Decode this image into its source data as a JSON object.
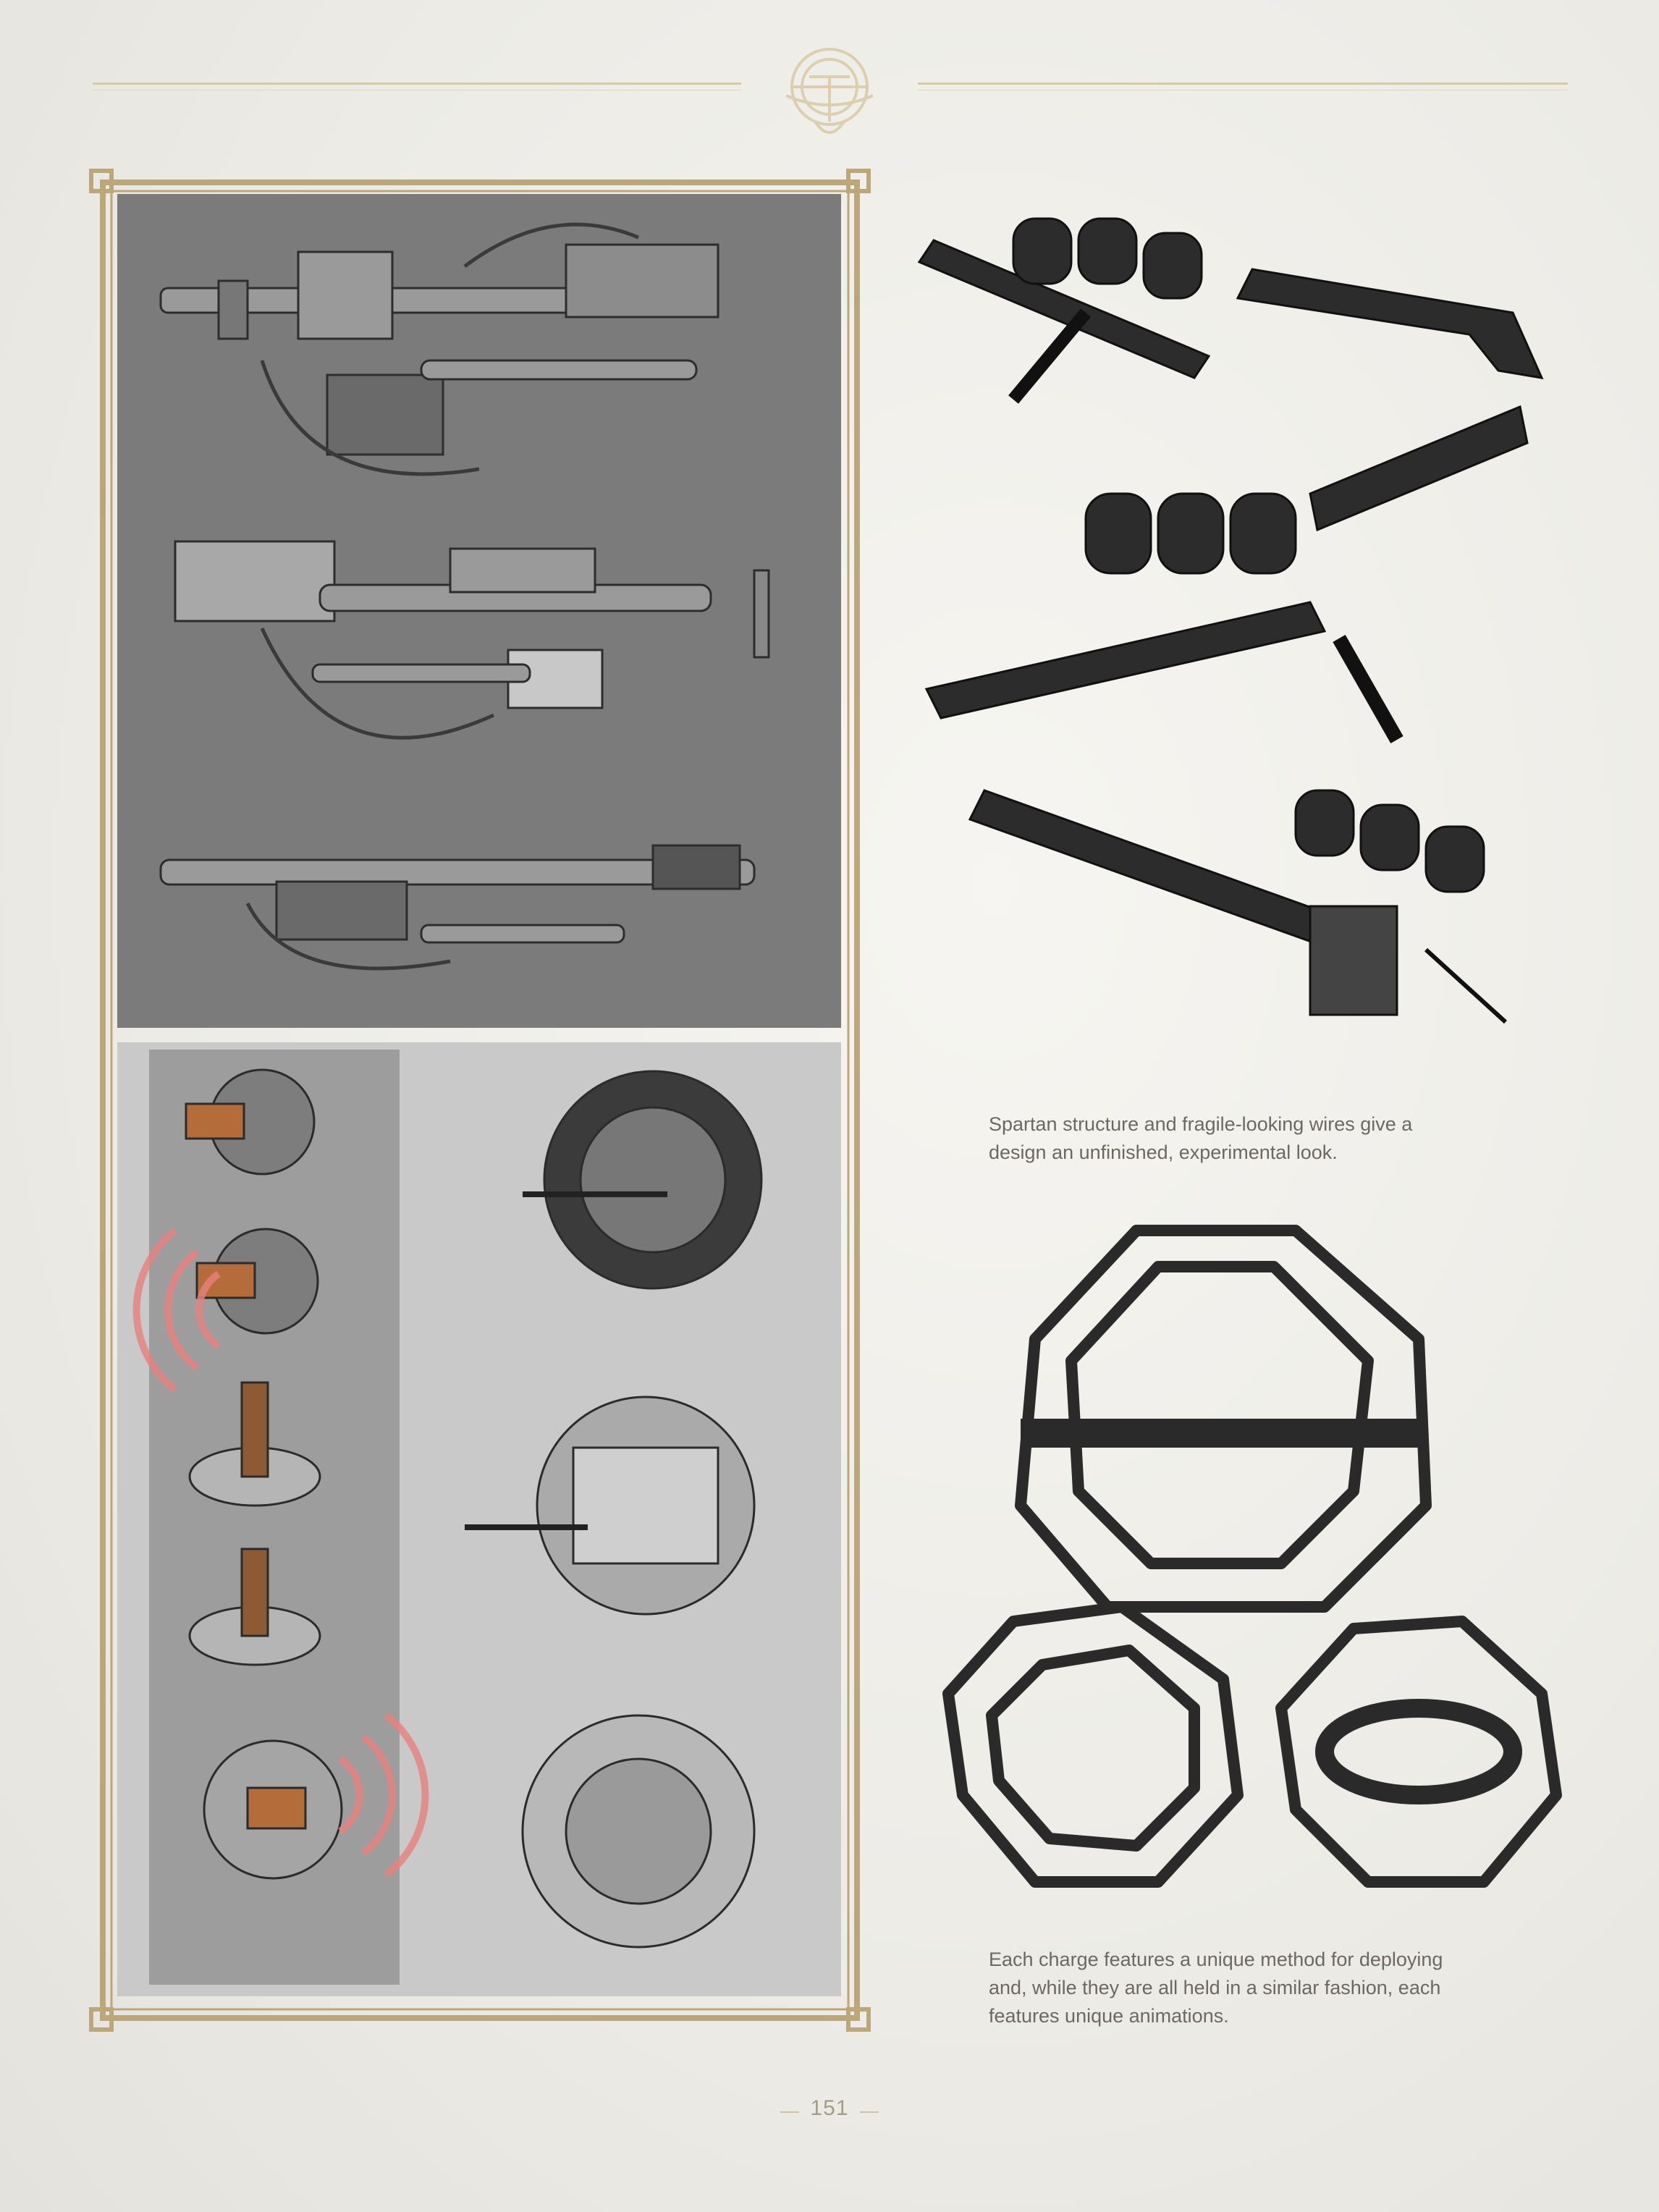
{
  "page": {
    "number": "151",
    "captions": [
      "Spartan structure and fragile-looking wires give a design an unfinished, experimental look.",
      "Each charge features a unique method for deploying and, while they are all held in a similar fashion, each features unique animations."
    ],
    "caption_lines": {
      "top": [
        "Spartan structure and fragile-looking wires give a",
        "design an unfinished, experimental look."
      ],
      "bottom": [
        "Each charge features a unique method for deploying",
        "and, while they are all held in a similar fashion, each",
        "features unique animations."
      ]
    }
  },
  "colors": {
    "gold": "#bca77a",
    "paper": "#efeee9",
    "render_gray": "#7b7b7b",
    "render_light": "#c9c9c9",
    "caption_text": "#6c6862",
    "signal_red": "#e8817e"
  },
  "icons": [
    "emblem-icon"
  ]
}
